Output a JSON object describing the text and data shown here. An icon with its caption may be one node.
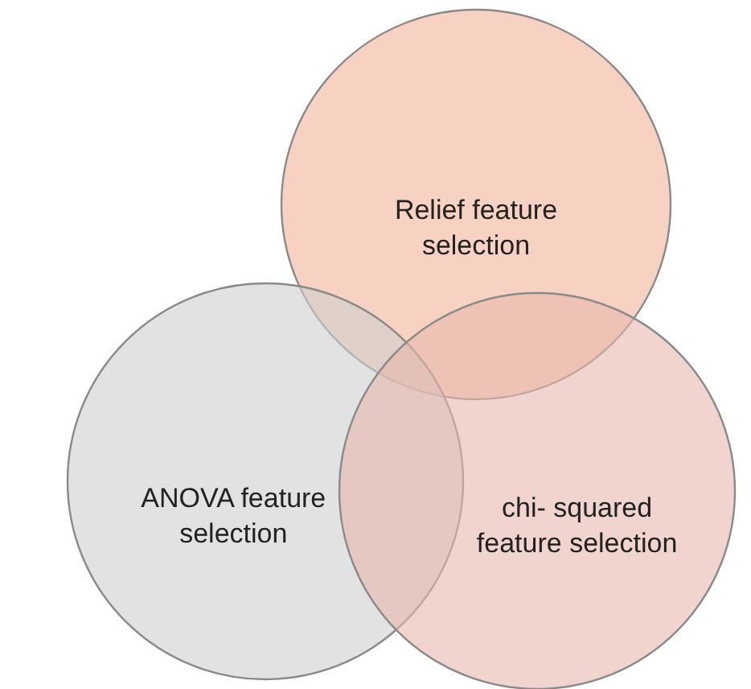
{
  "diagram": {
    "nodes": [
      {
        "text": [
          "Relief feature selection"
        ]
      },
      {
        "text": [
          "ANOVA feature selection"
        ]
      },
      {
        "text": [
          "chi- squared feature selection"
        ]
      }
    ]
  }
}
